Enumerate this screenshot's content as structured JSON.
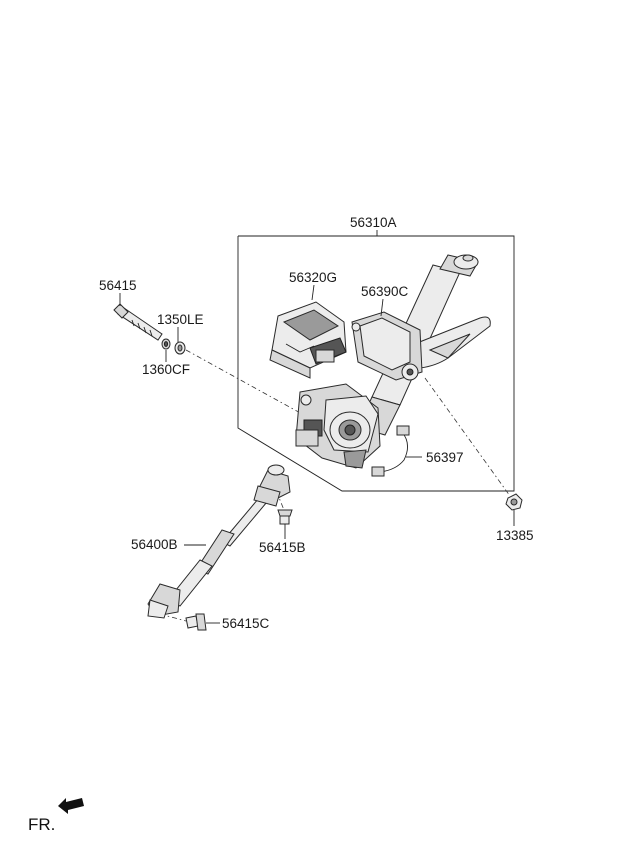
{
  "labels": {
    "steering_column_assy": "56310A",
    "motor": "56320G",
    "bracket": "56390C",
    "bolt_long": "56415",
    "washer_upper": "1350LE",
    "washer_lower": "1360CF",
    "harness": "56397",
    "nut": "13385",
    "intermediate_shaft": "56400B",
    "bolt_b": "56415B",
    "bolt_c": "56415C"
  },
  "direction_label": "FR."
}
